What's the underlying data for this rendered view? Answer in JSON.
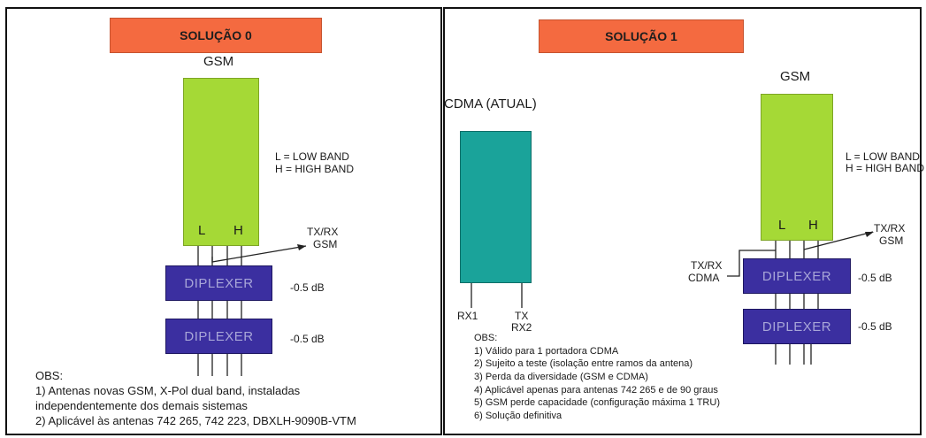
{
  "solucao0": {
    "title": "SOLUÇÃO 0",
    "gsm_label": "GSM",
    "band_low": "L",
    "band_high": "H",
    "legend_low": "L = LOW BAND",
    "legend_high": "H = HIGH BAND",
    "txrx_label": "TX/RX",
    "txrx_sub": "GSM",
    "diplexer1": "DIPLEXER",
    "diplexer2": "DIPLEXER",
    "loss1": "-0.5 dB",
    "loss2": "-0.5 dB",
    "obs_title": "OBS:",
    "obs_lines": [
      "1)  Antenas novas GSM, X-Pol dual band, instaladas",
      "independentemente dos demais sistemas",
      "2) Aplicável às antenas 742 265, 742 223, DBXLH-9090B-VTM"
    ]
  },
  "solucao1": {
    "title": "SOLUÇÃO 1",
    "cdma_label": "CDMA (ATUAL)",
    "rx1": "RX1",
    "tx": "TX",
    "rx2": "RX2",
    "gsm_label": "GSM",
    "band_low": "L",
    "band_high": "H",
    "legend_low": "L = LOW BAND",
    "legend_high": "H = HIGH BAND",
    "txrx_gsm_label": "TX/RX",
    "txrx_gsm_sub": "GSM",
    "txrx_cdma_label": "TX/RX",
    "txrx_cdma_sub": "CDMA",
    "diplexer1": "DIPLEXER",
    "diplexer2": "DIPLEXER",
    "loss1": "-0.5 dB",
    "loss2": "-0.5 dB",
    "obs_title": "OBS:",
    "obs_lines": [
      "1)  Válido para 1 portadora CDMA",
      "2)  Sujeito a teste (isolação entre ramos da antena)",
      "3)  Perda da diversidade (GSM e CDMA)",
      "4)  Aplicável apenas para antenas 742 265 e de 90 graus",
      "5)  GSM perde capacidade (configuração máxima 1 TRU)",
      "6)  Solução definitiva"
    ]
  }
}
